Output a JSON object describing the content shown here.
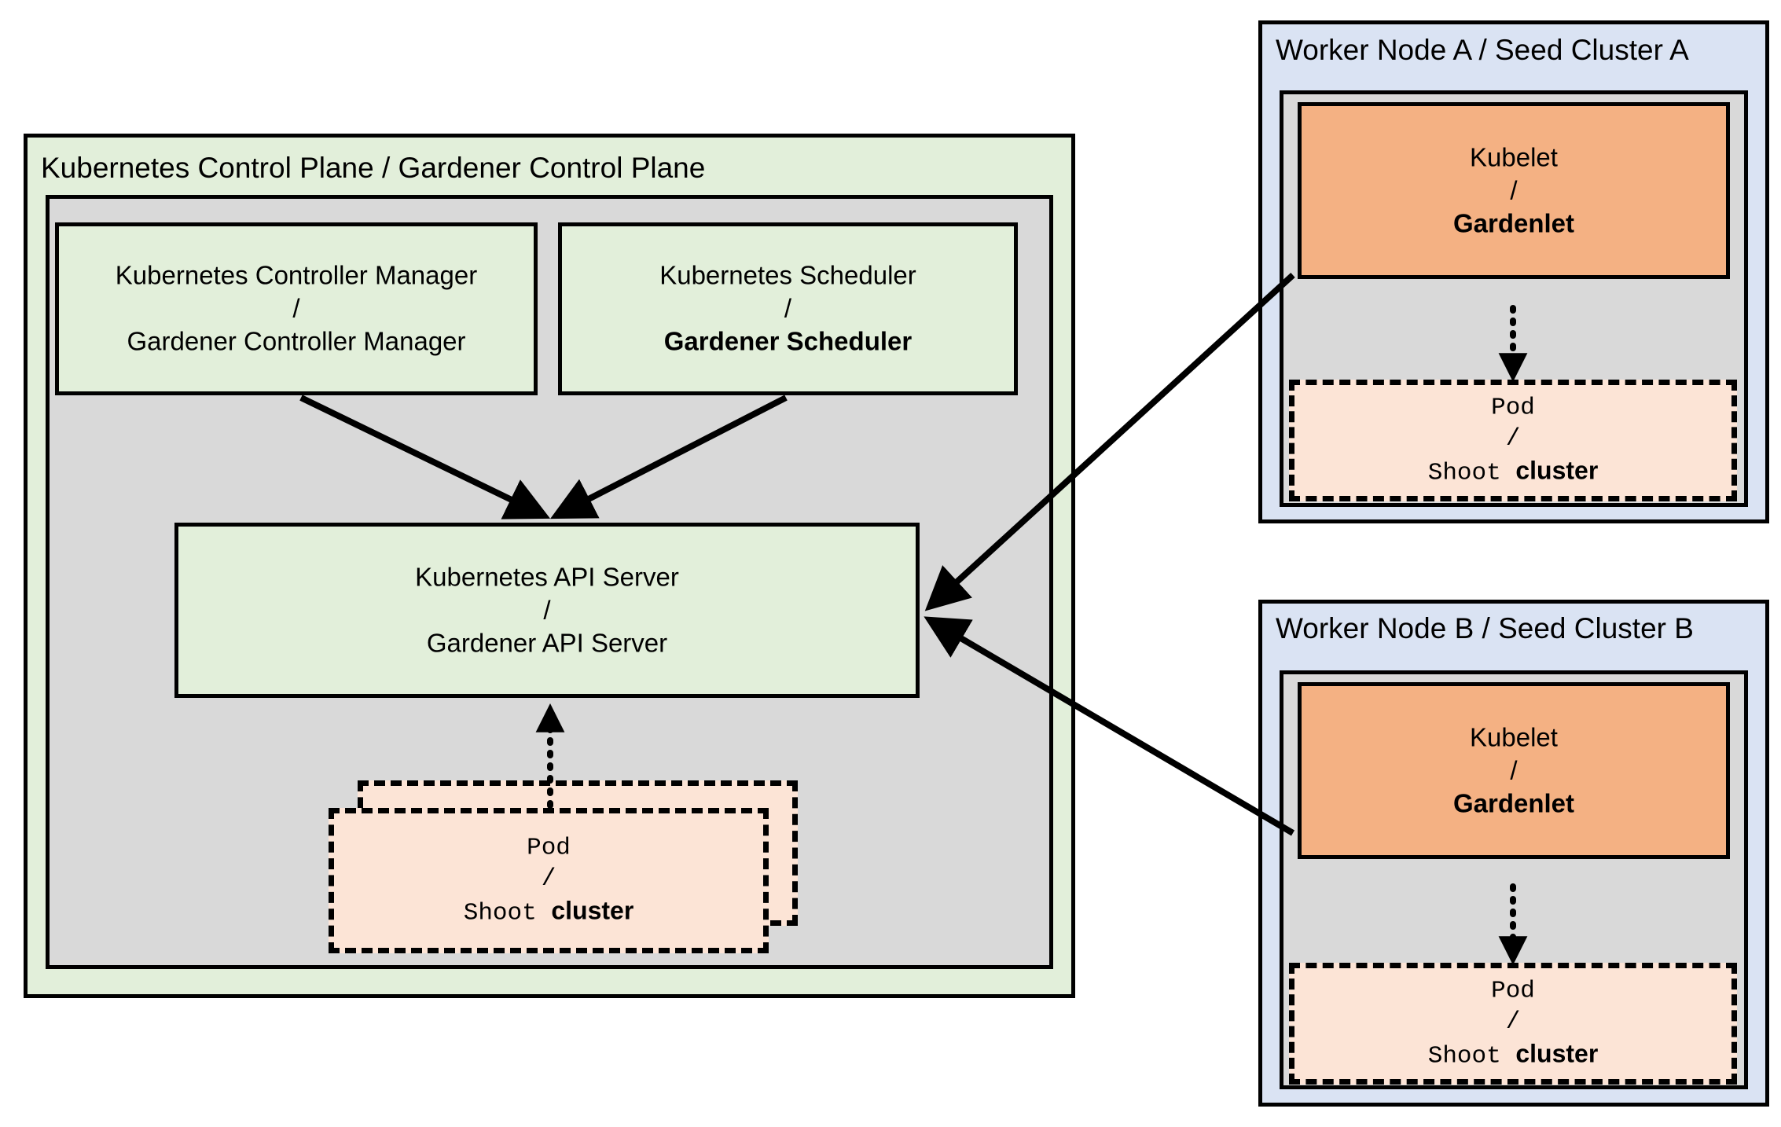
{
  "diagram": {
    "type": "architecture-diagram",
    "title_hidden": "Gardener / Kubernetes analogy diagram"
  },
  "control_plane": {
    "title": "Kubernetes Control Plane / Gardener Control Plane",
    "fill": "#e2efda",
    "inner_fill": "#d9d9d9",
    "controller_manager": {
      "line1": "Kubernetes Controller Manager",
      "separator": "/",
      "line2": "Gardener Controller Manager",
      "line2_bold": false
    },
    "scheduler": {
      "line1": "Kubernetes Scheduler",
      "separator": "/",
      "line2": "Gardener Scheduler",
      "line2_bold": true
    },
    "api_server": {
      "line1": "Kubernetes API Server",
      "separator": "/",
      "line2": "Gardener API Server",
      "line2_bold": false
    },
    "pod": {
      "line1": "Pod",
      "separator": "/",
      "line2_mono": "Shoot ",
      "line2_bold": "cluster",
      "fill": "#fce4d6"
    }
  },
  "seeds": [
    {
      "title": "Worker Node A / Seed Cluster A",
      "fill": "#dae3f3",
      "inner_fill": "#d9d9d9",
      "kubelet": {
        "line1": "Kubelet",
        "separator": "/",
        "line2": "Gardenlet",
        "line2_bold": true,
        "fill": "#f4b183"
      },
      "pod": {
        "line1": "Pod",
        "separator": "/",
        "line2_mono": "Shoot ",
        "line2_bold": "cluster",
        "fill": "#fce4d6"
      }
    },
    {
      "title": "Worker Node B / Seed Cluster B",
      "fill": "#dae3f3",
      "inner_fill": "#d9d9d9",
      "kubelet": {
        "line1": "Kubelet",
        "separator": "/",
        "line2": "Gardenlet",
        "line2_bold": true,
        "fill": "#f4b183"
      },
      "pod": {
        "line1": "Pod",
        "separator": "/",
        "line2_mono": "Shoot ",
        "line2_bold": "cluster",
        "fill": "#fce4d6"
      }
    }
  ],
  "connectors": {
    "solid_arrow_style": "solid",
    "dotted_arrow_style": "dotted",
    "edges": [
      {
        "from": "controller-manager",
        "to": "api-server",
        "style": "solid"
      },
      {
        "from": "scheduler",
        "to": "api-server",
        "style": "solid"
      },
      {
        "from": "control-plane-pod",
        "to": "api-server",
        "style": "dotted"
      },
      {
        "from": "gardenlet-a",
        "to": "api-server",
        "style": "solid"
      },
      {
        "from": "gardenlet-b",
        "to": "api-server",
        "style": "solid"
      },
      {
        "from": "gardenlet-a",
        "to": "pod-a",
        "style": "dotted"
      },
      {
        "from": "gardenlet-b",
        "to": "pod-b",
        "style": "dotted"
      }
    ]
  },
  "colors": {
    "green": "#e2efda",
    "gray": "#d9d9d9",
    "blue": "#dae3f3",
    "orange": "#f4b183",
    "peach": "#fce4d6",
    "stroke": "#000000"
  }
}
